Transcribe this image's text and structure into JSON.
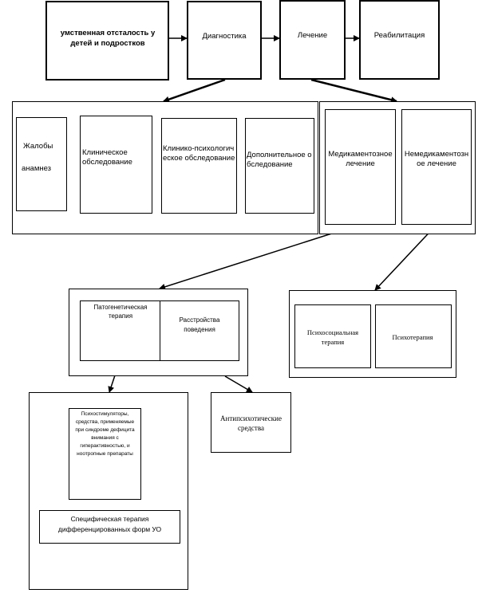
{
  "top": {
    "main": "умственная отсталость у детей и подростков",
    "diagnostics": "Диагностика",
    "treatment": "Лечение",
    "rehab": "Реабилитация"
  },
  "diag": {
    "complaints_1": "Жалобы",
    "complaints_2": "анамнез",
    "clinical": "Клиническое обследование",
    "clinpsy": "Клинико-психологическое обследование",
    "additional": "Дополнительное обследование"
  },
  "treat": {
    "drug": "Медикаментозное лечение",
    "nondrug": "Немедикаментозное лечение"
  },
  "drugbranch": {
    "patho": "Патогенетическая терапия",
    "behav": "Расстройства поведения"
  },
  "nondrugbranch": {
    "psychosocial": "Психосоциальная терапия",
    "psychotherapy": "Психотерапия"
  },
  "bottom": {
    "stimulants": "Психостимуляторы, средства, применяемые при синдроме дефицита внимания с гиперактивностью, и ноотропные препараты",
    "specific": "Специфическая терапия дифференцированных форм УО",
    "antipsych": "Антипсихотические средства"
  }
}
